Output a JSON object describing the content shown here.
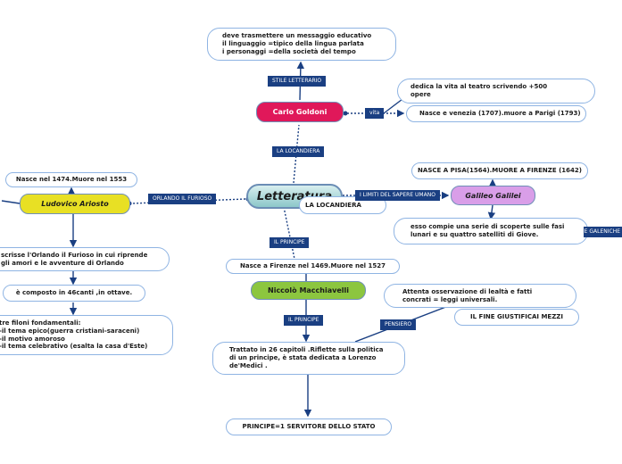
{
  "root": {
    "label": "Letteratura"
  },
  "goldoni": {
    "name": "Carlo Goldoni",
    "description": [
      "deve trasmettere un messaggio educativo",
      "il linguaggio =tipico della lingua parlata",
      "i personaggi =della società del tempo"
    ],
    "stile_tag": "STILE LETTERARIO",
    "vita_tag": "vita",
    "vita_1": [
      "dedica la vita al teatro scrivendo +500",
      "opere"
    ],
    "vita_2": "Nasce e venezia (1707).muore a Parigi (1793)",
    "locandiera_tag": "LA LOCANDIERA",
    "locandiera_node": "LA LOCANDIERA"
  },
  "ariosto": {
    "name": "Ludovico Ariosto",
    "dates": "Nasce nel 1474.Muore nel 1553",
    "orlando_tag": "ORLANDO IL FURIOSO",
    "orlando_1": [
      "scrisse l'Orlando il Furioso in cui riprende",
      "gli amori e le avventure di Orlando"
    ],
    "orlando_2": "è composto in 46canti ,in ottave.",
    "orlando_3": [
      "tre filoni fondamentali:",
      "-il tema epico(guerra cristiani-saraceni)",
      "-il motivo amoroso",
      "-il tema celebrativo  (esalta la casa d'Este)"
    ]
  },
  "galileo": {
    "name": "Galileo Galilei",
    "tag": "I LIMITI DEL SAPERE UMANO",
    "dates": "NASCE A PISA(1564).MUORE A FIRENZE    (1642)",
    "scoperte": [
      "esso compie una serie di scoperte sulle fasi",
      "lunari e su quattro satelliti di Giove."
    ],
    "scoperte_tag": "SCOPERTE TEORIE GALENICHE"
  },
  "machiavelli": {
    "name": "Niccolò Macchiavelli",
    "principe_tag": "IL PRINCIPE",
    "dates": "Nasce a Firenze nel 1469.Muore nel 1527",
    "principe_tag_2": "IL PRINCIPE",
    "trattato": [
      "Trattato in 26 capitoli .Riflette sulla politica",
      "di un principe,  è stata dedicata a Lorenzo",
      "de'Medici ."
    ],
    "pensiero_tag": "PENSIERO",
    "osservazione": [
      "Attenta osservazione di lealtà e fatti",
      "concrati = leggi universali."
    ],
    "fine": "IL FINE GIUSTIFICAI MEZZI",
    "principe_servitore": "PRINCIPE=1 SERVITORE DELLO STATO"
  },
  "colors": {
    "goldoni": "#e0185a",
    "ariosto": "#e8e024",
    "galileo": "#d99ee8",
    "machiavelli": "#8cc63f",
    "tag": "#1a3f82"
  }
}
